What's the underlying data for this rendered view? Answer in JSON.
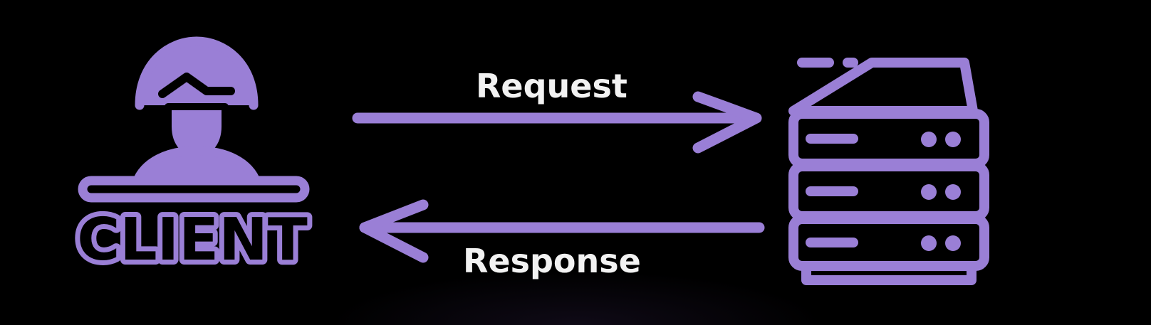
{
  "client": {
    "badge_text": "CLIENT",
    "icon": "client-user-icon"
  },
  "server": {
    "icon": "server-rack-icon",
    "units": 3
  },
  "arrows": {
    "request_label": "Request",
    "response_label": "Response"
  },
  "colors": {
    "background": "#000000",
    "accent": "#9a7fd6",
    "accent_dark": "#8b6fc9",
    "text": "#f2f2f2"
  }
}
